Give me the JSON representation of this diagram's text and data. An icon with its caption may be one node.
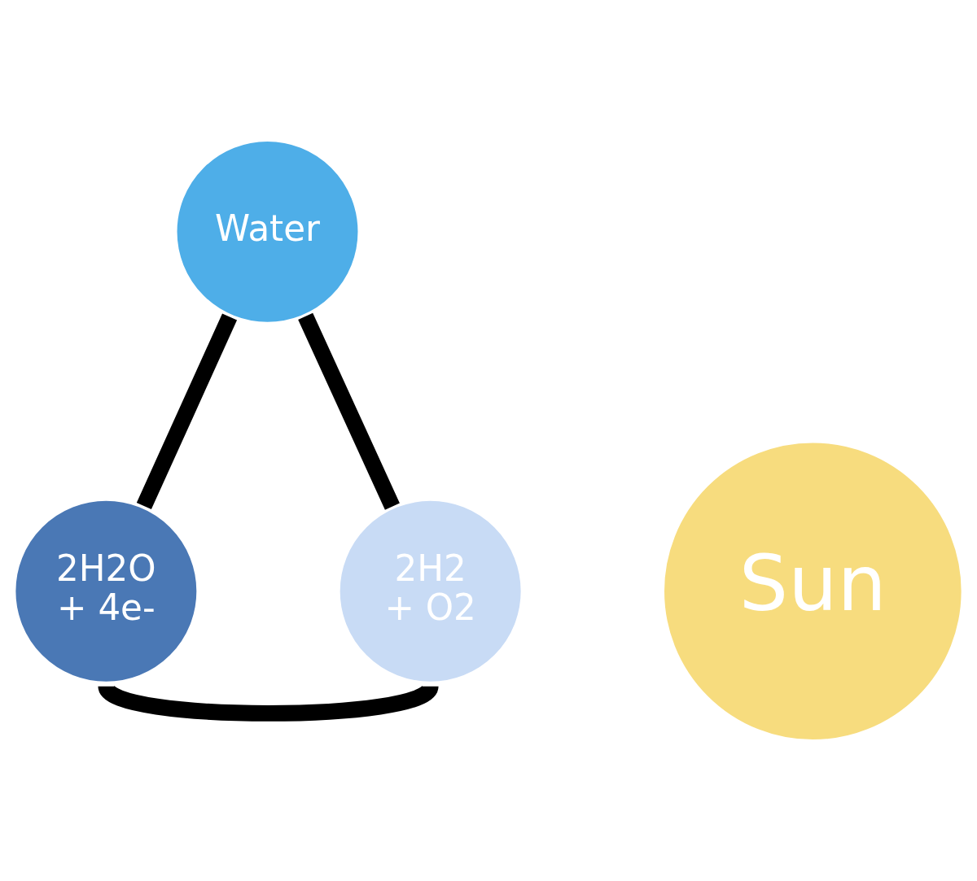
{
  "diagram": {
    "nodes": [
      {
        "text": [
          "Water"
        ]
      },
      {
        "text": [
          "Sun"
        ]
      },
      {
        "text": [
          "2H2O + 4e-"
        ]
      },
      {
        "text": [
          "2H2 + O2"
        ]
      }
    ],
    "edges": [
      {
        "from": 0,
        "to": 2,
        "arrow": "none"
      },
      {
        "from": 0,
        "to": 3,
        "arrow": "none"
      },
      {
        "from": 2,
        "to": 3,
        "arrow": "none"
      }
    ]
  }
}
